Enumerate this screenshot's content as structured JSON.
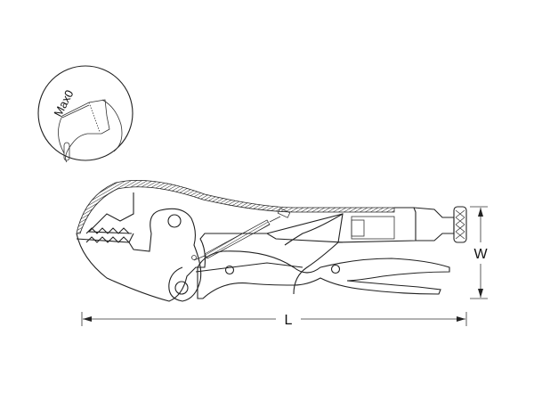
{
  "diagram": {
    "detail_label": "Max0",
    "dimension_length_label": "L",
    "dimension_width_label": "W"
  },
  "colors": {
    "line": "#222222",
    "background": "#ffffff"
  }
}
